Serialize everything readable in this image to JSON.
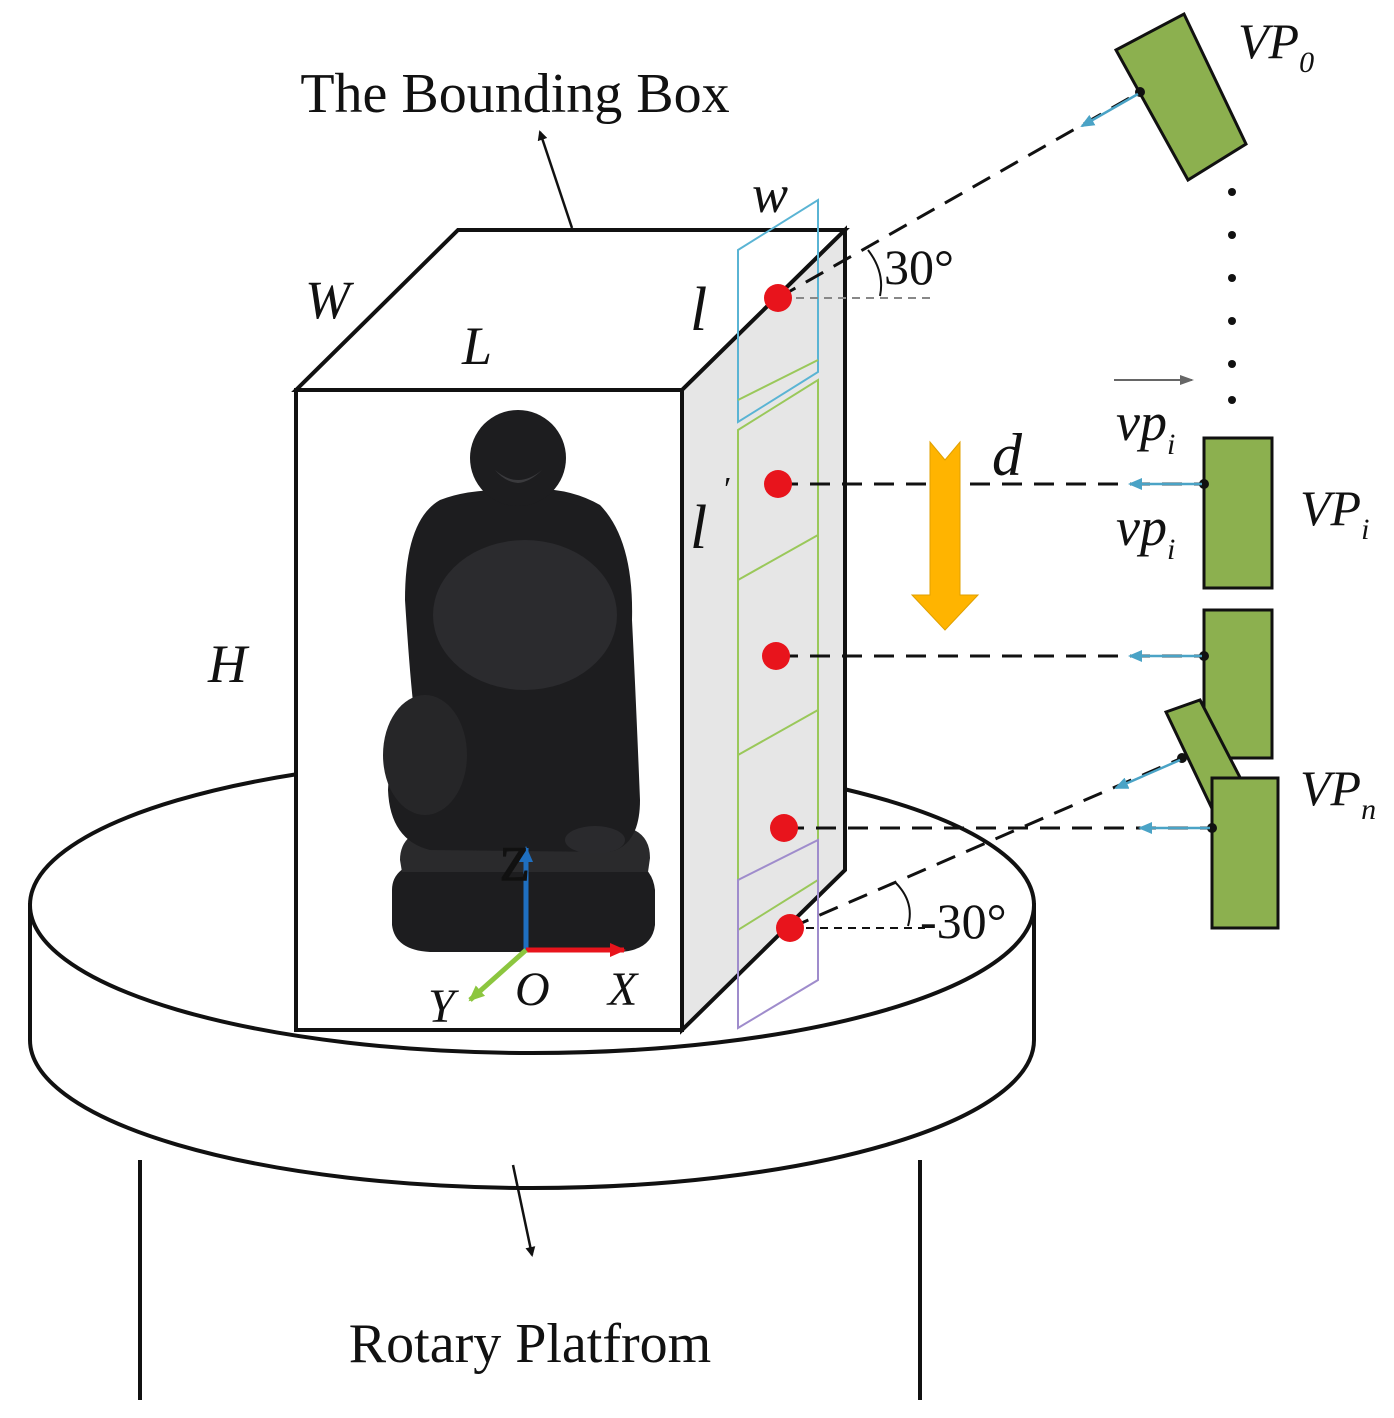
{
  "title_label": "The Bounding Box",
  "platform_label": "Rotary Platfrom",
  "dimensions": {
    "W": "W",
    "L": "L",
    "H": "H",
    "w": "w",
    "l": "l",
    "l_prime": "l",
    "d": "d"
  },
  "angles": {
    "top": "30°",
    "bottom": "-30°"
  },
  "axes": {
    "z": "Z",
    "x": "X",
    "y": "Y",
    "origin": "O"
  },
  "viewpoints": {
    "vp0": {
      "base": "VP",
      "sub": "0"
    },
    "vpi": {
      "base": "VP",
      "sub": "i"
    },
    "vpn": {
      "base": "VP",
      "sub": "n"
    },
    "vector": {
      "base": "vp",
      "sub": "i"
    },
    "point": {
      "base": "vp",
      "sub": "i"
    }
  },
  "colors": {
    "camera_fill": "#8cb04f",
    "sample_point": "#e8141c",
    "view_arrow": "#4aa3c6",
    "move_arrow": "#ffb400",
    "axis_x": "#e8141c",
    "axis_y": "#8cc63f",
    "axis_z": "#1f6fc0",
    "face_side": "#e6e6e6"
  },
  "icons": {
    "statue": "laughing-buddha-statue"
  }
}
